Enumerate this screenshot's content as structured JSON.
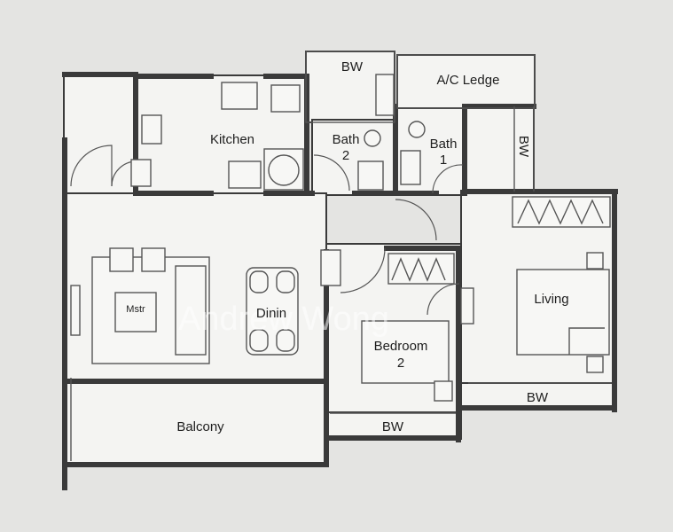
{
  "rooms": {
    "bw_top": "BW",
    "ac_ledge": "A/C Ledge",
    "kitchen": "Kitchen",
    "bath2_name": "Bath",
    "bath2_num": "2",
    "bath1_name": "Bath",
    "bath1_num": "1",
    "bw_right_vertical": "BW",
    "master": "Mstr",
    "dining": "Dinin",
    "living": "Living",
    "bedroom2_name": "Bedroom",
    "bedroom2_num": "2",
    "bw_master": "BW",
    "balcony": "Balcony",
    "bw_bedroom": "BW"
  },
  "watermark": "Andrew Wong",
  "colors": {
    "background": "#e4e4e2",
    "floor": "#f4f4f2",
    "wall": "#3a3a3a"
  }
}
